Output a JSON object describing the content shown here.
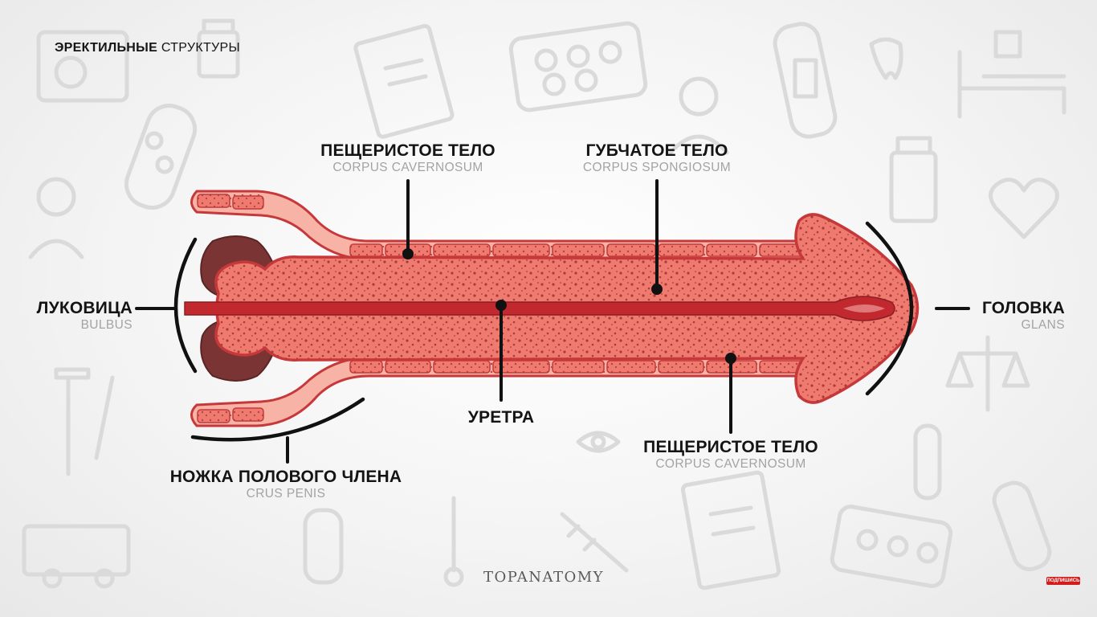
{
  "title": {
    "bold": "ЭРЕКТИЛЬНЫЕ",
    "regular": "СТРУКТУРЫ"
  },
  "labels": {
    "corpus_cav_top": {
      "ru": "ПЕЩЕРИСТОЕ ТЕЛО",
      "lat": "CORPUS CAVERNOSUM"
    },
    "corpus_spong": {
      "ru": "ГУБЧАТОЕ ТЕЛО",
      "lat": "CORPUS SPONGIOSUM"
    },
    "bulbus": {
      "ru": "ЛУКОВИЦА",
      "lat": "BULBUS"
    },
    "glans": {
      "ru": "ГОЛОВКА",
      "lat": "GLANS"
    },
    "urethra": {
      "ru": "УРЕТРА"
    },
    "crus": {
      "ru": "НОЖКА ПОЛОВОГО ЧЛЕНА",
      "lat": "CRUS PENIS"
    },
    "corpus_cav_bottom": {
      "ru": "ПЕЩЕРИСТОЕ ТЕЛО",
      "lat": "CORPUS CAVERNOSUM"
    }
  },
  "brand": "TOPANATOMY",
  "subscribe": "ПОДПИШИСЬ",
  "colors": {
    "tissue": "#ef7b70",
    "tissue_light": "#f6b3a6",
    "outline": "#c7383a",
    "bulb_dark": "#7a3434",
    "urethra": "#c2292f",
    "spots": "#a93a36",
    "leader": "#111111"
  },
  "icons": [
    "medical-card-icon",
    "pill-blister-icon",
    "bandage-icon",
    "hospital-bed-icon",
    "doctor-icon",
    "tooth-icon",
    "scales-icon",
    "medicine-bottle-icon",
    "heart-icon",
    "syringe-icon",
    "thermometer-icon",
    "ambulance-icon",
    "eye-icon",
    "test-tube-icon",
    "clipboard-icon"
  ]
}
